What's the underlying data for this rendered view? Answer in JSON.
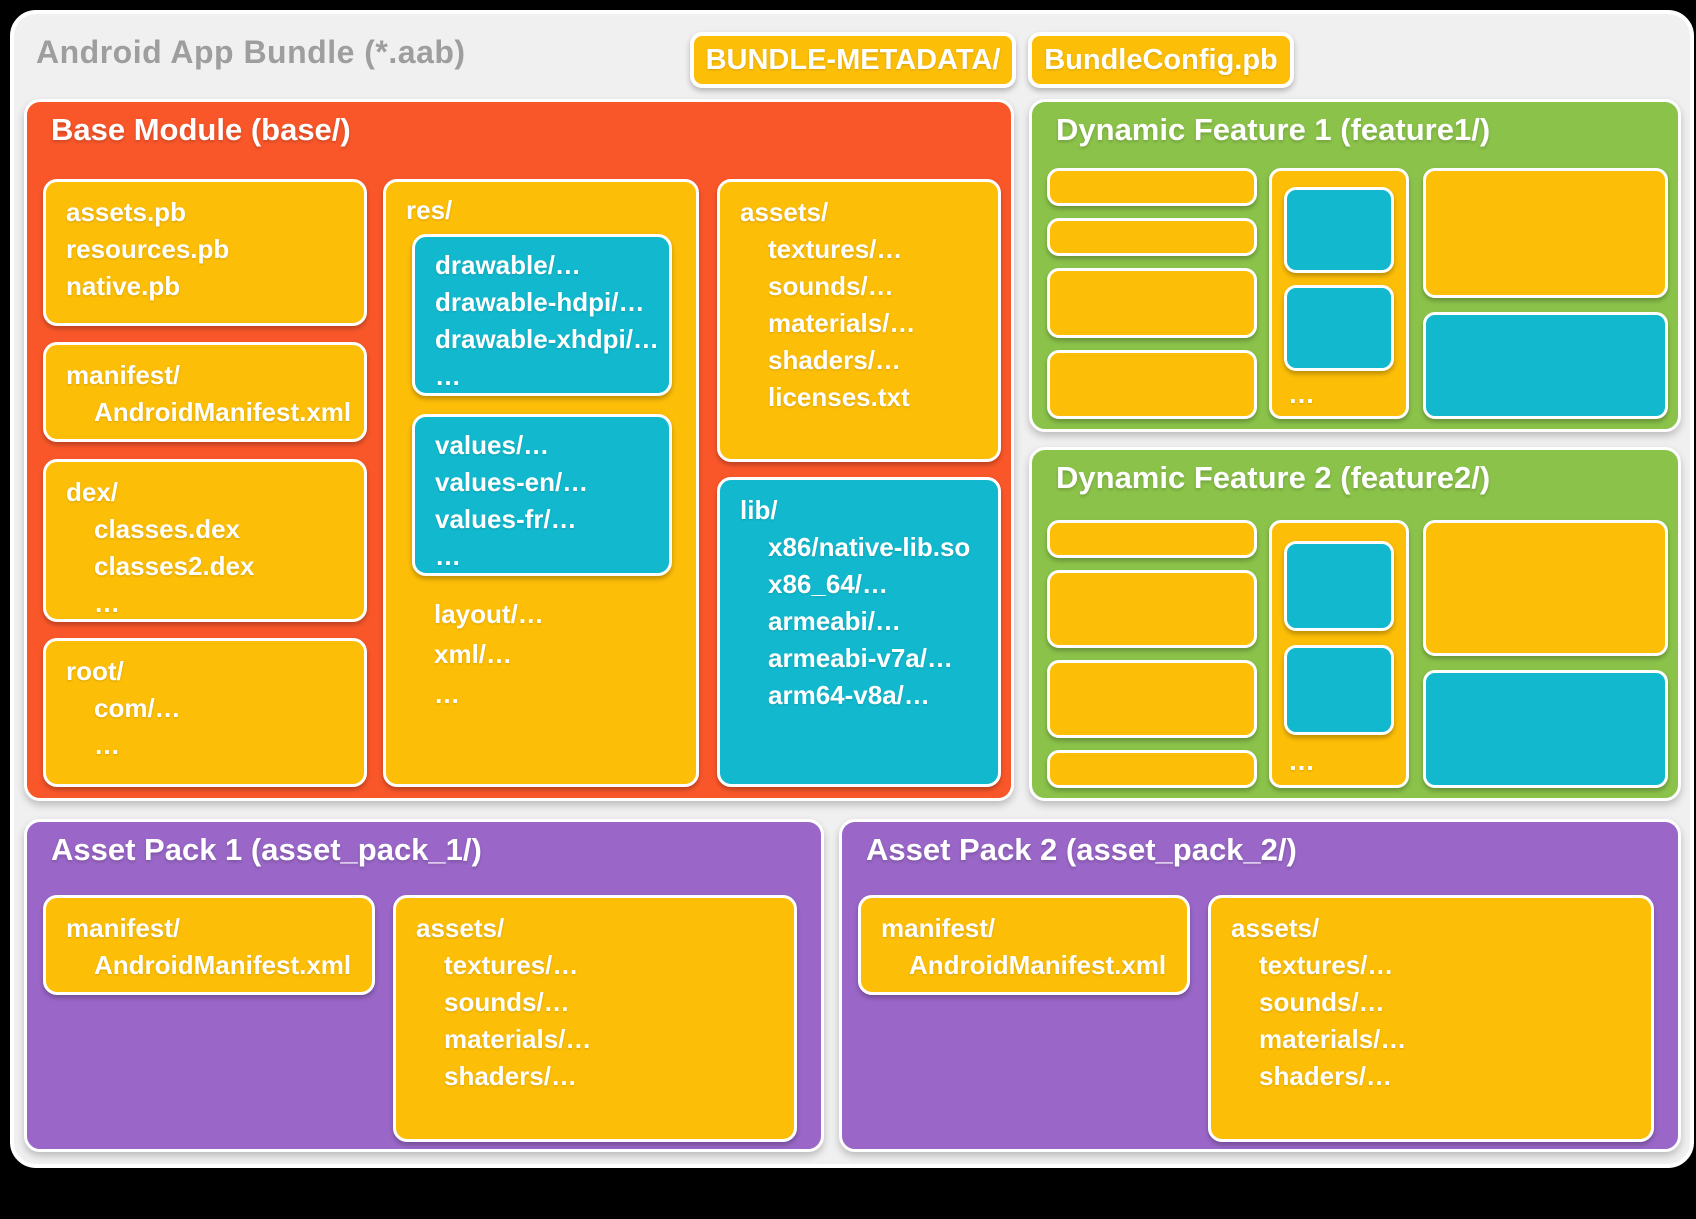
{
  "page": {
    "title": "Android App Bundle (*.aab)"
  },
  "badges": [
    {
      "label": "BUNDLE-METADATA/"
    },
    {
      "label": "BundleConfig.pb"
    }
  ],
  "colors": {
    "orange": "#F9572A",
    "yellow": "#FCBE07",
    "cyan": "#12B9CE",
    "green": "#8BC34A",
    "purple": "#9A67C8",
    "canvas_bg": "#F0F0F1",
    "title_text": "#9E9E9E",
    "box_text": "#FFFFFF"
  },
  "base": {
    "title": "Base Module (base/)",
    "proto": {
      "lines": [
        "assets.pb",
        "resources.pb",
        "native.pb"
      ]
    },
    "manifest": {
      "lines": [
        "manifest/",
        "AndroidManifest.xml"
      ]
    },
    "dex": {
      "lines": [
        "dex/",
        "classes.dex",
        "classes2.dex",
        "…"
      ]
    },
    "root": {
      "lines": [
        "root/",
        "com/…",
        "…"
      ]
    },
    "res": {
      "label": "res/",
      "drawable": {
        "lines": [
          "drawable/…",
          "drawable-hdpi/…",
          "drawable-xhdpi/…",
          "…"
        ]
      },
      "values": {
        "lines": [
          "values/…",
          "values-en/…",
          "values-fr/…",
          "…"
        ]
      },
      "tail": [
        "layout/…",
        "xml/…",
        "…"
      ]
    },
    "assets": {
      "lines": [
        "assets/",
        "textures/…",
        "sounds/…",
        "materials/…",
        "shaders/…",
        "licenses.txt"
      ]
    },
    "lib": {
      "lines": [
        "lib/",
        "x86/native-lib.so",
        "x86_64/…",
        "armeabi/…",
        "armeabi-v7a/…",
        "arm64-v8a/…"
      ]
    }
  },
  "features": [
    {
      "title": "Dynamic Feature 1 (feature1/)",
      "ellipsis": "…"
    },
    {
      "title": "Dynamic Feature 2 (feature2/)",
      "ellipsis": "…"
    }
  ],
  "packs": [
    {
      "title": "Asset Pack 1 (asset_pack_1/)",
      "manifest": {
        "lines": [
          "manifest/",
          "AndroidManifest.xml"
        ]
      },
      "assets": {
        "lines": [
          "assets/",
          "textures/…",
          "sounds/…",
          "materials/…",
          "shaders/…"
        ]
      }
    },
    {
      "title": "Asset Pack 2 (asset_pack_2/)",
      "manifest": {
        "lines": [
          "manifest/",
          "AndroidManifest.xml"
        ]
      },
      "assets": {
        "lines": [
          "assets/",
          "textures/…",
          "sounds/…",
          "materials/…",
          "shaders/…"
        ]
      }
    }
  ]
}
